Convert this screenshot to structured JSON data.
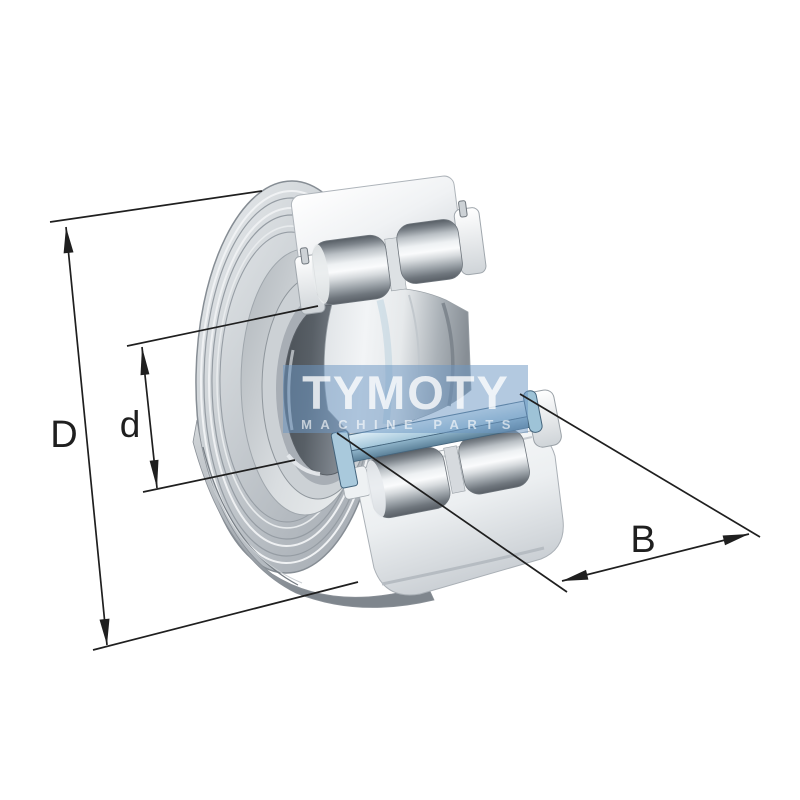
{
  "figure": {
    "type": "bearing-cutaway-technical-illustration",
    "subject": "Track roller bearing with two rows of cylindrical rollers, sectioned view",
    "dimension_labels": {
      "outer_diameter": "D",
      "bore_diameter": "d",
      "width": "B"
    },
    "watermark": {
      "title": "TYMOTY",
      "subtitle": "MACHINE PARTS"
    },
    "colors": {
      "dimension_line": "#1f1f1f",
      "metal_light": "#f2f4f6",
      "metal_mid": "#c6cbd0",
      "metal_dark": "#8f969d",
      "cage_blue": "#8fb4ca",
      "watermark_band_blue": "#6d98c4"
    }
  }
}
